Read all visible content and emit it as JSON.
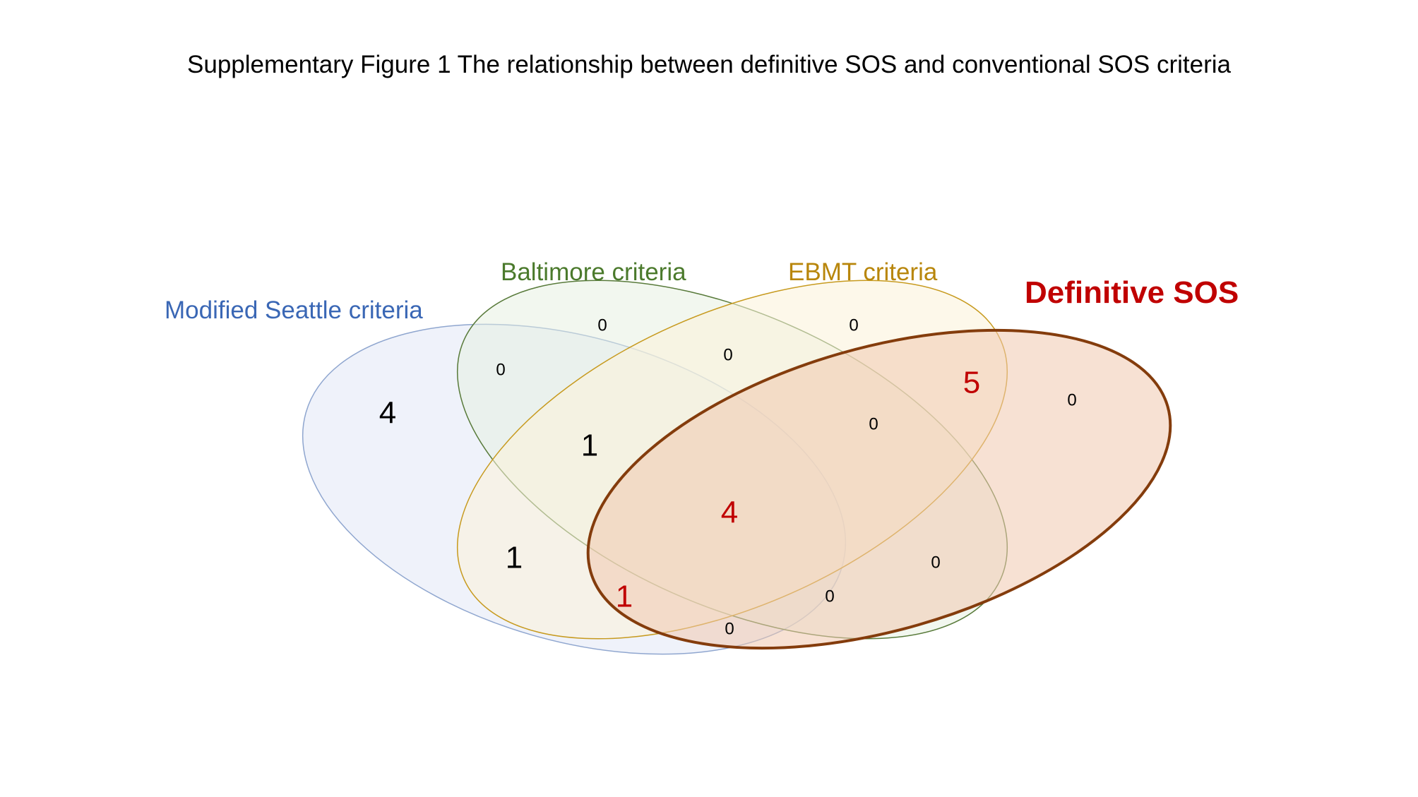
{
  "title": "Supplementary Figure 1 The relationship between definitive SOS and conventional SOS criteria",
  "sets": {
    "seattle": {
      "label": "Modified Seattle criteria",
      "color": "#3a67b5",
      "fill": "#e9eef8"
    },
    "baltimore": {
      "label": "Baltimore criteria",
      "color": "#4b7a2c",
      "fill": "#e6efdf"
    },
    "ebmt": {
      "label": "EBMT criteria",
      "color": "#b8860b",
      "fill": "#fcf3d8"
    },
    "definitive": {
      "label": "Definitive SOS",
      "color": "#c00000",
      "outline": "#843c0c",
      "fill": "#f0c9ae"
    }
  },
  "regions": {
    "seattle_only": "4",
    "seattle_baltimore": "0",
    "baltimore_only": "0",
    "seattle_baltimore_ebmt": "1",
    "baltimore_ebmt": "0",
    "ebmt_only": "0",
    "seattle_ebmt": "1",
    "all_four": "4",
    "seattle_ebmt_definitive": "1",
    "ebmt_definitive": "5",
    "definitive_only": "0",
    "baltimore_ebmt_definitive": "0",
    "seattle_definitive": "0",
    "seattle_baltimore_definitive": "0",
    "baltimore_definitive": "0"
  }
}
